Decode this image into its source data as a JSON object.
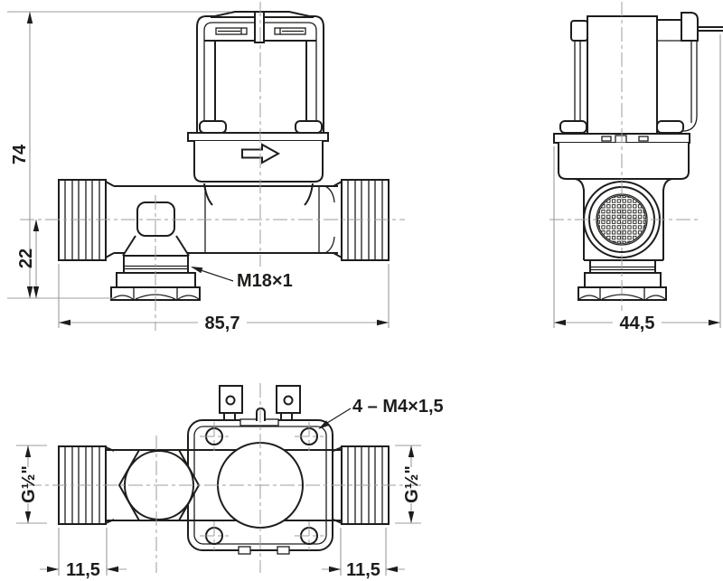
{
  "drawing": {
    "background": "#ffffff",
    "line_color": "#1d1d1b",
    "dimension_color": "#9c9c9c",
    "views": {
      "front": {
        "height": "74",
        "drain_height": "22",
        "width": "85,7",
        "drain_thread": "M18×1"
      },
      "side": {
        "depth": "44,5"
      },
      "bottom": {
        "mounting_thread": "4 – M4×1,5",
        "thread_left": "G½\"",
        "thread_right": "G½\"",
        "thread_length_left": "11,5",
        "thread_length_right": "11,5"
      }
    }
  }
}
